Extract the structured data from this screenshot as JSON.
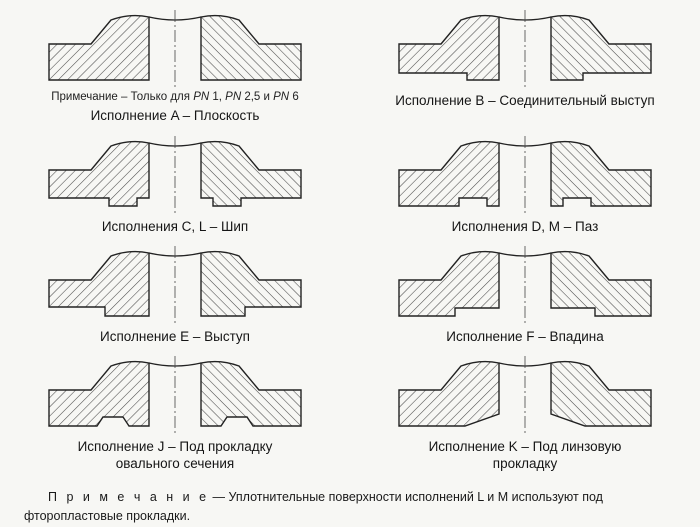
{
  "colors": {
    "page_background": "#f7f7f4",
    "line": "#222222",
    "hatch": "#4a4a4a"
  },
  "pn_note": {
    "t1": "Примечание – Только для ",
    "i1": "PN",
    "t2": " 1, ",
    "i2": "PN",
    "t3": " 2,5 и ",
    "i3": "PN",
    "t4": " 6"
  },
  "captions": {
    "a": "Исполнение A – Плоскость",
    "b": "Исполнение B – Соединительный выступ",
    "cl": "Исполнения C, L – Шип",
    "dm": "Исполнения D, M – Паз",
    "e": "Исполнение E – Выступ",
    "f": "Исполнение F – Впадина",
    "j": "Исполнение J – Под прокладку овального сечения",
    "k": "Исполнение K – Под линзовую прокладку"
  },
  "footnote": {
    "label": "П р и м е ч а н и е",
    "text": "— Уплотнительные поверхности исполнений L и M используют под фторопластовые прокладки."
  }
}
